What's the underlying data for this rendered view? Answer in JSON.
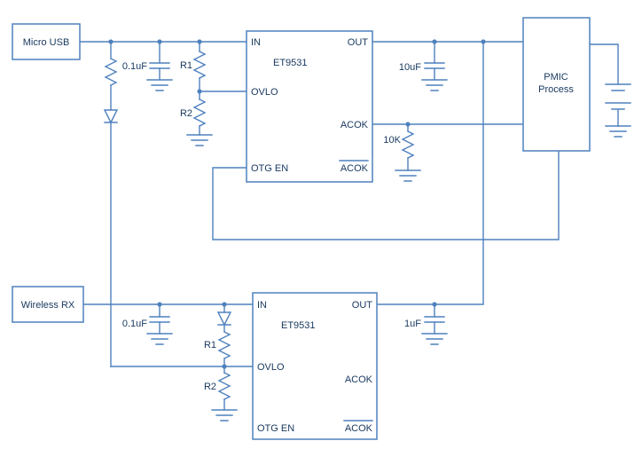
{
  "colors": {
    "line": "#4f81bd",
    "text": "#17375e",
    "background": "#ffffff"
  },
  "blocks": {
    "micro_usb": {
      "label": "Micro USB"
    },
    "wireless_rx": {
      "label": "Wireless RX"
    },
    "pmic": {
      "label_line1": "PMIC",
      "label_line2": "Process"
    }
  },
  "chips": {
    "top": {
      "part": "ET9531",
      "pins": {
        "in": "IN",
        "out": "OUT",
        "ovlo": "OVLO",
        "acok": "ACOK",
        "otg_en": "OTG EN",
        "acok_n": "ACOK"
      }
    },
    "bottom": {
      "part": "ET9531",
      "pins": {
        "in": "IN",
        "out": "OUT",
        "ovlo": "OVLO",
        "acok": "ACOK",
        "otg_en": "OTG EN",
        "acok_n": "ACOK"
      }
    }
  },
  "components": {
    "c_in_usb": "0.1uF",
    "r1_usb": "R1",
    "r2_usb": "R2",
    "c_out_usb": "10uF",
    "r_acok": "10K",
    "c_in_rx": "0.1uF",
    "r1_rx": "R1",
    "r2_rx": "R2",
    "c_out_rx": "1uF"
  }
}
